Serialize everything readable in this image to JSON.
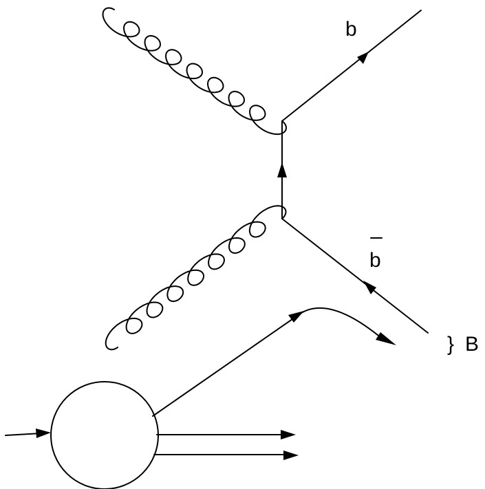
{
  "labels": {
    "b_quark": "b",
    "b_antiquark": "b",
    "brace": "}",
    "meson": "B"
  }
}
